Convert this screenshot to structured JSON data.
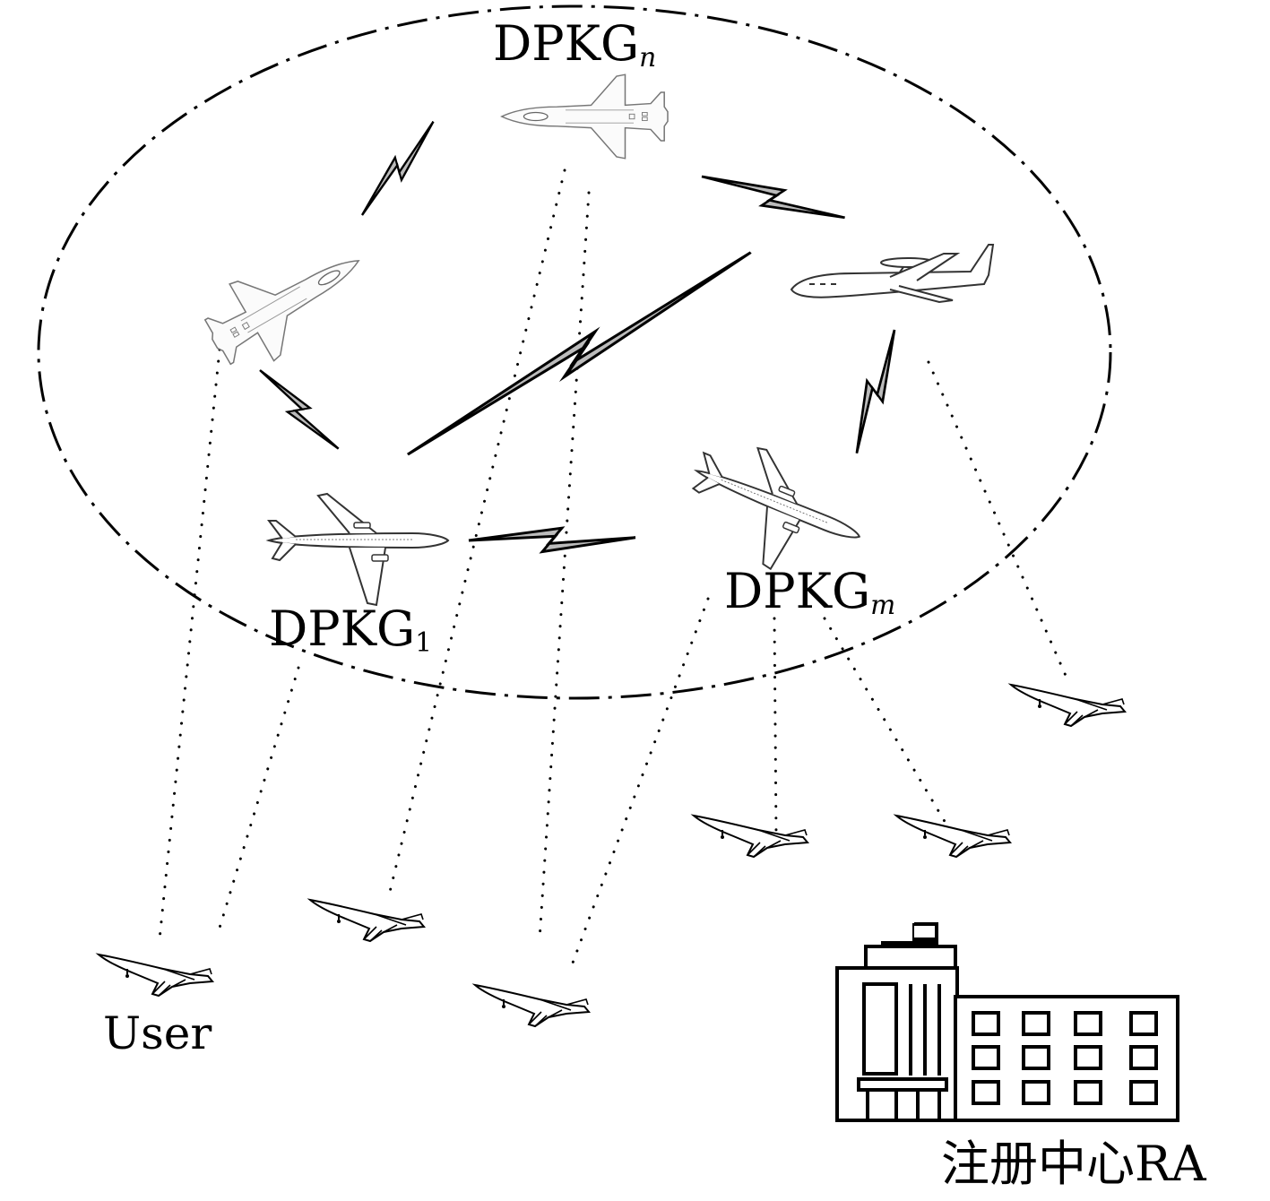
{
  "labels": {
    "dpkg_n": {
      "base": "DPKG",
      "sub": "n"
    },
    "dpkg_1": {
      "base": "DPKG",
      "sub": "1"
    },
    "dpkg_m": {
      "base": "DPKG",
      "sub": "m"
    },
    "user": "User",
    "ra": "注册中心RA"
  },
  "icons": {
    "fighter_jet": "fighter-jet-icon",
    "awacs": "awacs-plane-icon",
    "transport": "transport-plane-icon",
    "bomber": "supersonic-bomber-icon",
    "building": "building-icon",
    "link": "lightning-link-icon"
  }
}
